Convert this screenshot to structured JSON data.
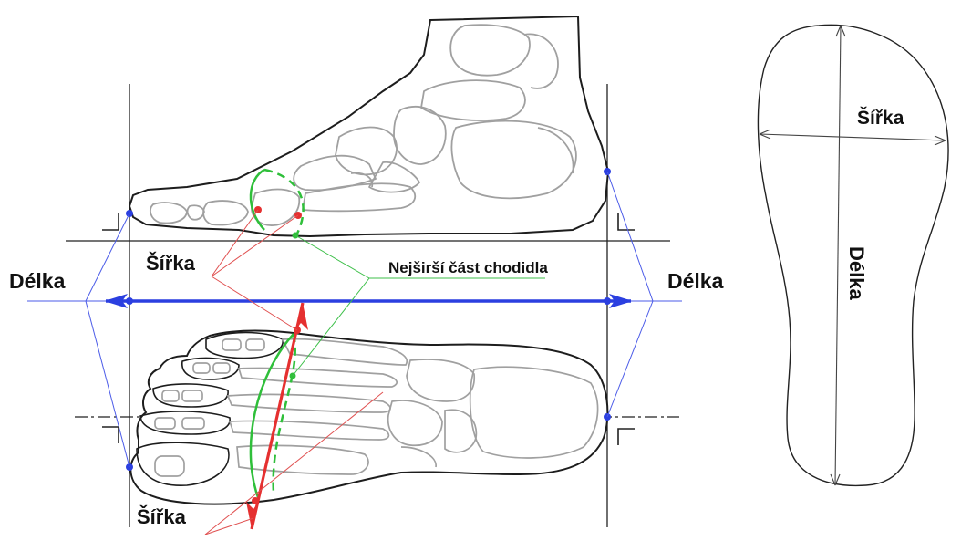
{
  "labels": {
    "width_top": "Šířka",
    "width_bottom": "Šířka",
    "length_left": "Délka",
    "length_right": "Délka",
    "widest_part": "Nejširší část chodidla",
    "insole_width": "Šířka",
    "insole_length": "Délka"
  },
  "colors": {
    "outline": "#222222",
    "bones": "#9a9a9a",
    "length_line": "#2b3fe0",
    "width_line": "#e53030",
    "widest_curve": "#2fbf3a",
    "annotation_red": "#e05050",
    "annotation_green": "#3cbf48"
  }
}
